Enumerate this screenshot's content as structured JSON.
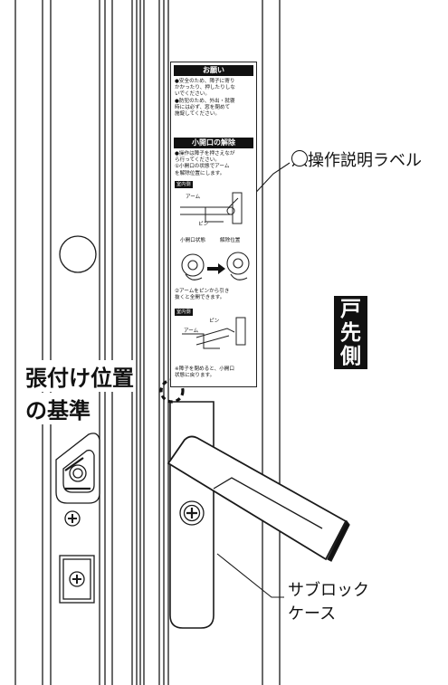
{
  "label": {
    "heading_request": "お願い",
    "request_text": "●安全のため、障子に寄り\nかかったり、押したりしな\nいでください。\n●防犯のため、外出・就寝\n時には必ず、窓を閉めて\n施錠してください。",
    "heading_release": "小開口の解除",
    "release_text": "●操作は障子を押さえなが\nら行ってください。\n①小開口の状態でアーム\nを解除位置にします。",
    "tag_indoor_1": "室内側",
    "arm": "アーム",
    "pin": "ピン",
    "state_small_opening": "小開口状態",
    "state_release_position": "解除位置",
    "step2_text": "②アームをピンから引き\n抜くと全開できます。",
    "tag_indoor_2": "室内側",
    "pin_2": "ピン",
    "arm_2": "アーム",
    "note_text": "※障子を閉めると、小開口\n状態に戻ります。"
  },
  "callouts": {
    "operation_label": "八操作説明ラベル",
    "sub_lock_line1": "サブロック",
    "sub_lock_line2": "ケース",
    "reference_line1": "張付け位置",
    "reference_line2": "の基準"
  },
  "side_tag": {
    "line1": "戸",
    "line2": "先",
    "line3": "側"
  },
  "icons": [
    "screw-icon",
    "lock-lever",
    "keeper-bracket",
    "circled-eight-marker"
  ]
}
